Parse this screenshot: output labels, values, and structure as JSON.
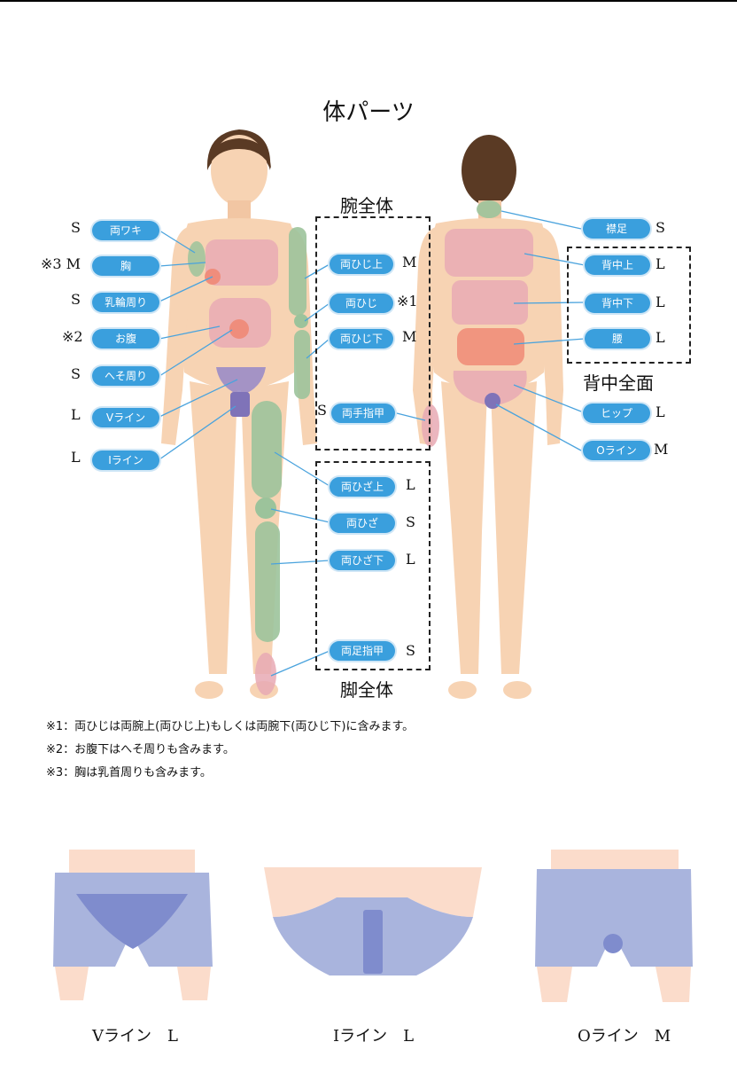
{
  "title": "体パーツ",
  "groups": {
    "arm": "腕全体",
    "leg": "脚全体",
    "back": "背中全面"
  },
  "front_labels": [
    {
      "label": "両ワキ",
      "size": "S"
    },
    {
      "label": "胸",
      "size": "※3 M"
    },
    {
      "label": "乳輪周り",
      "size": "S"
    },
    {
      "label": "お腹",
      "size": "※2"
    },
    {
      "label": "へそ周り",
      "size": "S"
    },
    {
      "label": "Vライン",
      "size": "L"
    },
    {
      "label": "Iライン",
      "size": "L"
    }
  ],
  "arm_labels": [
    {
      "label": "両ひじ上",
      "size": "M"
    },
    {
      "label": "両ひじ",
      "size": "※1"
    },
    {
      "label": "両ひじ下",
      "size": "M"
    },
    {
      "label": "両手指甲",
      "size": "S"
    }
  ],
  "leg_labels": [
    {
      "label": "両ひざ上",
      "size": "L"
    },
    {
      "label": "両ひざ",
      "size": "S"
    },
    {
      "label": "両ひざ下",
      "size": "L"
    },
    {
      "label": "両足指甲",
      "size": "S"
    }
  ],
  "back_labels": [
    {
      "label": "襟足",
      "size": "S"
    },
    {
      "label": "背中上",
      "size": "L"
    },
    {
      "label": "背中下",
      "size": "L"
    },
    {
      "label": "腰",
      "size": "L"
    },
    {
      "label": "ヒップ",
      "size": "L"
    },
    {
      "label": "Oライン",
      "size": "M"
    }
  ],
  "notes": [
    "※1：両ひじは両腕上(両ひじ上)もしくは両腕下(両ひじ下)に含みます。",
    "※2：お腹下はへそ周りも含みます。",
    "※3：胸は乳首周りも含みます。"
  ],
  "bottom_captions": [
    "Vライン　L",
    "Iライン　L",
    "Oライン　M"
  ],
  "colors": {
    "skin": "#f7d3b3",
    "hair": "#5a3a24",
    "pill": "#3a9fdd",
    "zone_green": "#9cc39b",
    "zone_pink": "#e7a9b4",
    "zone_red": "#f08a76",
    "zone_purple": "#9a8cc6",
    "underwear": "#a9b4dd",
    "underwear_dark": "#7f8ccd"
  }
}
